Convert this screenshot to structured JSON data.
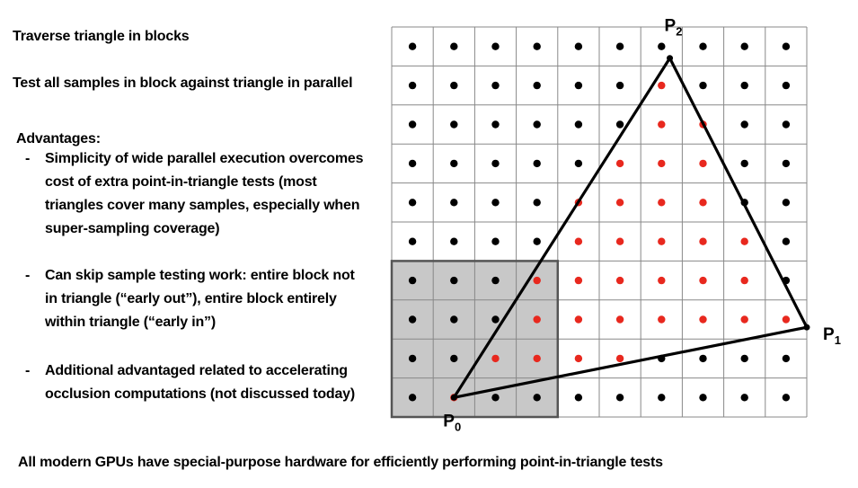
{
  "left_text": {
    "heading1": "Traverse triangle in blocks",
    "heading2": "Test all samples in block against triangle in parallel",
    "advantages_title": "Advantages:",
    "bullet_glyph": "-",
    "bullets": [
      {
        "lines": [
          "Simplicity of wide parallel execution overcomes",
          "cost of extra point-in-triangle tests (most",
          "triangles cover many samples, especially when",
          "super-sampling coverage)"
        ]
      },
      {
        "lines": [
          "Can skip sample testing work: entire block not",
          "in triangle (“early out”), entire block entirely",
          "within triangle (“early in”)"
        ]
      },
      {
        "lines": [
          "Additional advantaged related to accelerating",
          "occlusion computations (not discussed today)"
        ]
      }
    ]
  },
  "footer": "All modern GPUs have special-purpose hardware for efficiently performing point-in-triangle tests",
  "diagram": {
    "grid": {
      "cols": 10,
      "rows": 10
    },
    "vertices": [
      {
        "label": "P",
        "sub": "0",
        "col": 1.5,
        "row": 9.5
      },
      {
        "label": "P",
        "sub": "1",
        "col": 10.0,
        "row": 7.7
      },
      {
        "label": "P",
        "sub": "2",
        "col": 6.7,
        "row": 0.8
      }
    ],
    "highlighted_block": {
      "col": 0,
      "row": 6,
      "cols": 4,
      "rows": 4
    },
    "colors": {
      "grid_line": "#888888",
      "block_fill": "#c8c8c8",
      "block_border": "#555555",
      "dot_outside": "#000000",
      "dot_inside": "#e8281e",
      "triangle_stroke": "#000000"
    }
  }
}
